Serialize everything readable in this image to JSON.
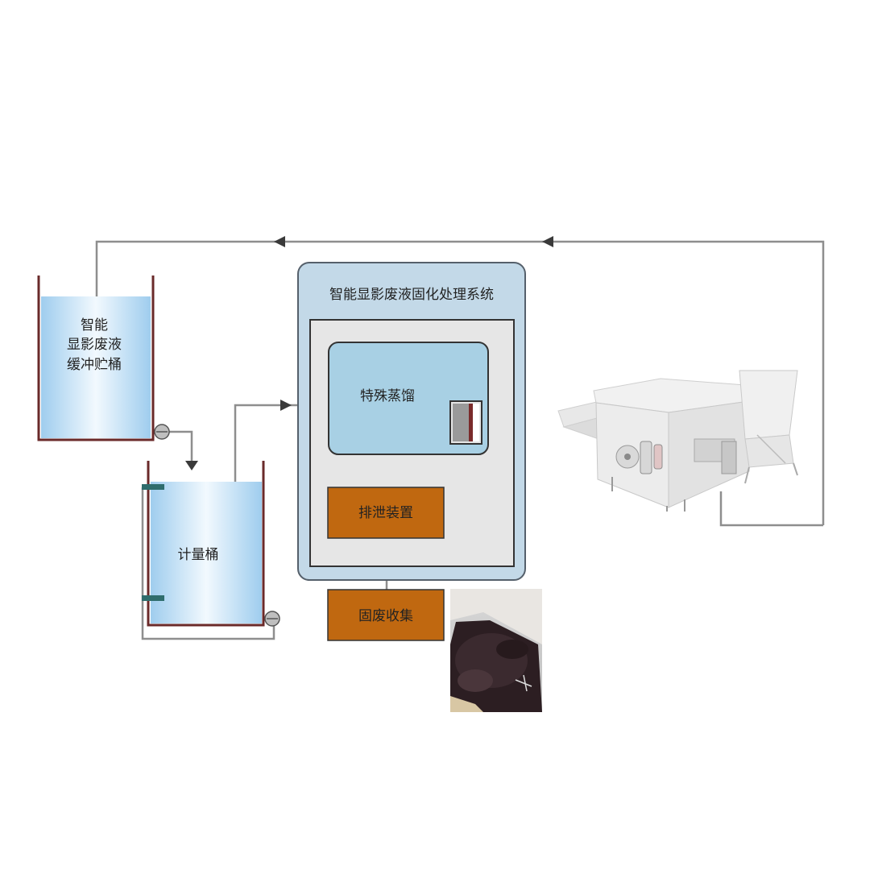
{
  "buffer_tank": {
    "line1": "智能",
    "line2": "显影废液",
    "line3": "缓冲贮桶"
  },
  "metering_tank": {
    "label": "计量桶"
  },
  "system": {
    "title": "智能显影废液固化处理系统",
    "distillation_label": "特殊蒸馏",
    "discharge_label": "排泄装置"
  },
  "solid_waste": {
    "label": "固废收集"
  },
  "colors": {
    "line": "#8e8e8e",
    "tank_wall": "#6a2a2a",
    "liquid_top": "#a9d3ee",
    "system_outer": "#c3d9e8",
    "system_border": "#55606b",
    "inner_panel": "#e6e6e6",
    "distill_box": "#a8d0e4",
    "orange_box": "#c06810",
    "sensor": "#2f6d6d"
  },
  "icons": {
    "flow_arrow": "triangle-arrow-icon",
    "valve": "valve-icon",
    "machine": "plate-processor-machine-icon",
    "waste": "solid-waste-photo-icon"
  }
}
